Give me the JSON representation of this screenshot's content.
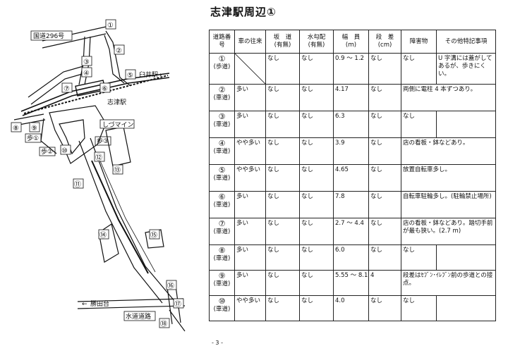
{
  "page_title": "志津駅周辺①",
  "page_number": "- 3 -",
  "map": {
    "route_296": "国道296号",
    "usui_station": "臼井駅",
    "shizu_station": "志津駅",
    "shizumine": "しづマイン",
    "katsutadai": "勝田台",
    "suido_road": "水道道路",
    "walk1": "歩①",
    "walk2": "歩②",
    "walk3": "歩③",
    "markers": [
      "①",
      "②",
      "③",
      "④",
      "⑤",
      "⑥",
      "⑦",
      "⑧",
      "⑨",
      "⑩",
      "⑪",
      "⑫",
      "⑬",
      "⑭",
      "⑮",
      "⑯",
      "⑰",
      "⑱"
    ]
  },
  "table": {
    "headers": [
      "道路番号",
      "車の往来",
      "坂　道\n(有無)",
      "水勾配\n(有無)",
      "幅　員\n(ｍ)",
      "段　差\n(cm)",
      "障害物",
      "その他特記事項"
    ],
    "rows": [
      {
        "no": "①",
        "type": "(歩道)",
        "traffic": "",
        "slope": "なし",
        "drain": "なし",
        "width": "0.9 ～ 1.2",
        "step": "なし",
        "obstacle": "なし",
        "note": "U 字溝には蓋がしてあるが、歩きにくい。"
      },
      {
        "no": "②",
        "type": "(車道)",
        "traffic": "多い",
        "slope": "なし",
        "drain": "なし",
        "width": "4.17",
        "step": "なし",
        "obstacle": "両側に電柱 4 本ずつあり。",
        "note": ""
      },
      {
        "no": "③",
        "type": "(車道)",
        "traffic": "多い",
        "slope": "なし",
        "drain": "なし",
        "width": "6.3",
        "step": "なし",
        "obstacle": "なし",
        "note": ""
      },
      {
        "no": "④",
        "type": "(車道)",
        "traffic": "やや多い",
        "slope": "なし",
        "drain": "なし",
        "width": "3.9",
        "step": "なし",
        "obstacle": "店の看板・鉢などあり。",
        "note": ""
      },
      {
        "no": "⑤",
        "type": "(車道)",
        "traffic": "やや多い",
        "slope": "なし",
        "drain": "なし",
        "width": "4.65",
        "step": "なし",
        "obstacle": "放置自転車多し。",
        "note": ""
      },
      {
        "no": "⑥",
        "type": "(車道)",
        "traffic": "多い",
        "slope": "なし",
        "drain": "なし",
        "width": "7.8",
        "step": "なし",
        "obstacle": "自転車駐輪多し。(駐輪禁止場所)",
        "note": ""
      },
      {
        "no": "⑦",
        "type": "(車道)",
        "traffic": "多い",
        "slope": "なし",
        "drain": "なし",
        "width": "2.7 ～ 4.4",
        "step": "なし",
        "obstacle": "店の看板・鉢などあり。踏切手前が最も狭い。(2.7 m)",
        "note": ""
      },
      {
        "no": "⑧",
        "type": "(車道)",
        "traffic": "多い",
        "slope": "なし",
        "drain": "なし",
        "width": "6.0",
        "step": "なし",
        "obstacle": "なし",
        "note": ""
      },
      {
        "no": "⑨",
        "type": "(車道)",
        "traffic": "多い",
        "slope": "なし",
        "drain": "なし",
        "width": "5.55 ～ 8.1",
        "step": "4",
        "obstacle": "段差はｾﾌﾞﾝ･ｲﾚﾌﾞﾝ前の歩道との接点。",
        "note": ""
      },
      {
        "no": "⑩",
        "type": "(車道)",
        "traffic": "やや多い",
        "slope": "なし",
        "drain": "なし",
        "width": "4.0",
        "step": "なし",
        "obstacle": "なし",
        "note": ""
      }
    ]
  }
}
